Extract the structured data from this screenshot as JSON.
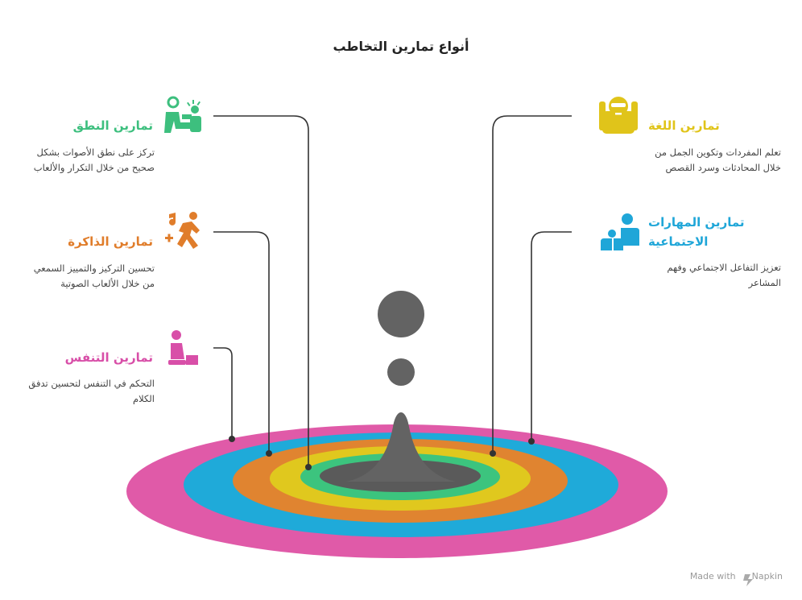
{
  "title": "أنواع تمارين التخاطب",
  "items": [
    {
      "key": "speech",
      "label": "تمارين النطق",
      "desc_line1": "تركز على نطق الأصوات بشكل",
      "desc_line2": "صحيح من خلال التكرار والألعاب",
      "color": "#3dbf7e",
      "icon": "speech-therapy-icon"
    },
    {
      "key": "memory",
      "label": "تمارين الذاكرة",
      "desc_line1": "تحسين التركيز والتمييز السمعي",
      "desc_line2": "من خلال الألعاب الصوتية",
      "color": "#e07d2b",
      "icon": "music-dance-icon"
    },
    {
      "key": "breathing",
      "label": "تمارين التنفس",
      "desc_line1": "التحكم في التنفس لتحسين تدفق",
      "desc_line2": "الكلام",
      "color": "#d84fa8",
      "icon": "meditation-icon"
    },
    {
      "key": "language",
      "label": "تمارين اللغة",
      "desc_line1": "تعلم المفردات وتكوين الجمل من",
      "desc_line2": "خلال المحادثات وسرد القصص",
      "color": "#e0c41a",
      "icon": "reading-person-icon"
    },
    {
      "key": "social",
      "label": "تمارين المهارات",
      "label_line2": "الاجتماعية",
      "desc_line1": "تعزيز التفاعل الاجتماعي وفهم",
      "desc_line2": "المشاعر",
      "color": "#1fa6d8",
      "icon": "social-interaction-icon"
    }
  ],
  "rings": [
    "#e05aa8",
    "#1faad9",
    "#e08430",
    "#e0c81e",
    "#3cc47e",
    "#5a5a5a"
  ],
  "center_color": "#636363",
  "credit": {
    "text": "Made with",
    "brand": "Napkin"
  }
}
